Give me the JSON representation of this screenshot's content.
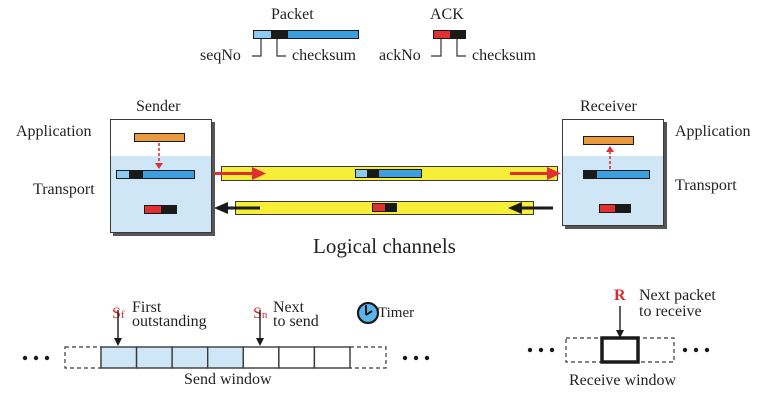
{
  "legend": {
    "packet_title": "Packet",
    "packet_seq_label": "seqNo",
    "packet_checksum_label": "checksum",
    "ack_title": "ACK",
    "ack_no_label": "ackNo",
    "ack_checksum_label": "checksum"
  },
  "sender": {
    "title": "Sender",
    "application_label": "Application",
    "transport_label": "Transport"
  },
  "receiver": {
    "title": "Receiver",
    "application_label": "Application",
    "transport_label": "Transport"
  },
  "channels_label": "Logical channels",
  "send_window": {
    "sf_symbol": "S",
    "sf_sub": "f",
    "sf_text_line1": "First",
    "sf_text_line2": "outstanding",
    "sn_symbol": "S",
    "sn_sub": "n",
    "sn_text_line1": "Next",
    "sn_text_line2": "to send",
    "timer_label": "Timer",
    "label": "Send window",
    "ellipsis": "• • •",
    "outstanding_cells": 4,
    "empty_cells": 3
  },
  "receive_window": {
    "r_symbol": "R",
    "r_text_line1": "Next packet",
    "r_text_line2": "to receive",
    "label": "Receive window",
    "ellipsis": "• • •"
  },
  "colors": {
    "seq_light_blue": "#8ccbef",
    "data_blue": "#3d9ee0",
    "checksum_black": "#1a1a1a",
    "ack_red": "#e03030",
    "app_orange": "#e89a3c",
    "transport_bg": "#cfe6f6",
    "channel_yellow": "#f7ee3a",
    "accent_red": "#d92b2b"
  }
}
